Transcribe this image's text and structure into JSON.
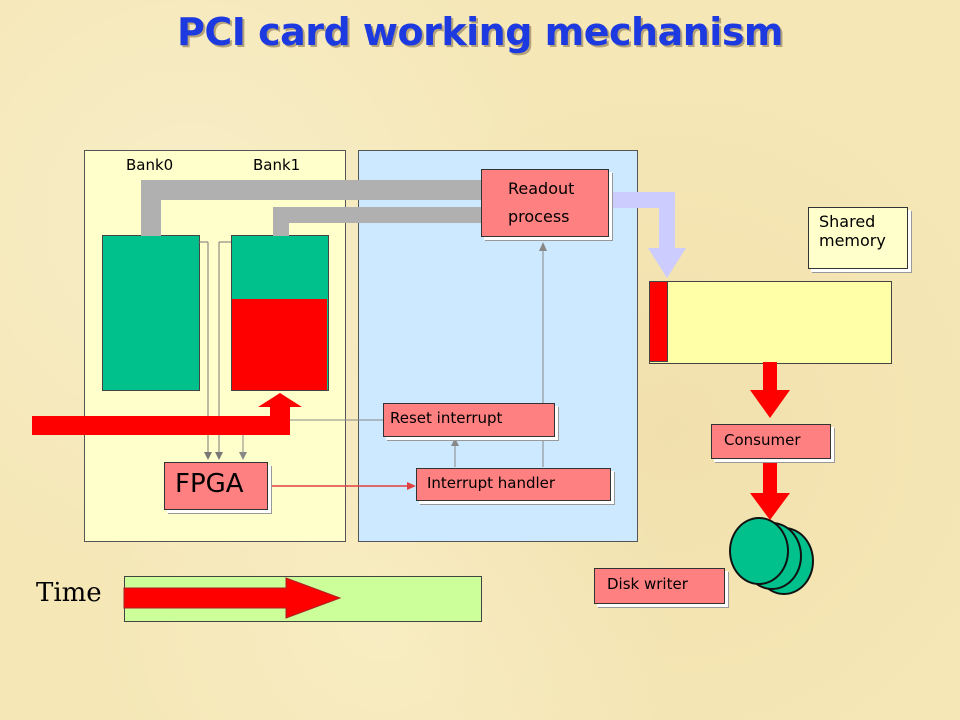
{
  "title": "PCI card working mechanism",
  "banks": {
    "bank0": "Bank0",
    "bank1": "Bank1"
  },
  "boxes": {
    "readout": [
      "Readout",
      "process"
    ],
    "shared_memory": [
      "Shared",
      "memory"
    ],
    "reset_interrupt": "Reset interrupt",
    "interrupt_handler": "Interrupt handler",
    "fpga": "FPGA",
    "consumer": "Consumer",
    "disk_writer": "Disk writer"
  },
  "time_label": "Time",
  "colors": {
    "background": "#f5e7b6",
    "panel_left": "#ffffcc",
    "panel_right": "#cce9ff",
    "bank_green": "#00c08c",
    "fill_red": "#ff0000",
    "label_box": "#ff8080",
    "title": "#1c3ae0",
    "time_bar": "#ccff99",
    "data_path": "#b0b0b0",
    "shared_arrow": "#ccccff"
  }
}
